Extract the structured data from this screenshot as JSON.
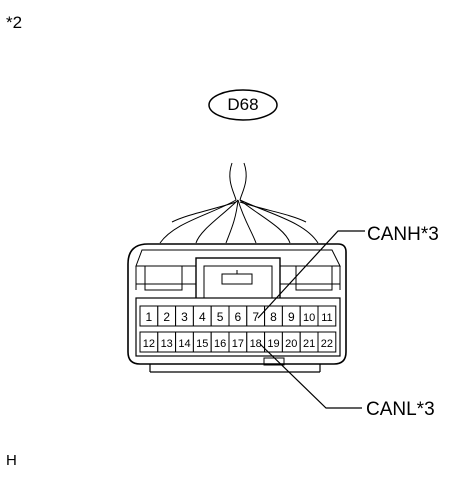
{
  "notes": {
    "top": "*2",
    "bottom": "H"
  },
  "connector": {
    "id": "D68",
    "row_top": [
      "1",
      "2",
      "3",
      "4",
      "5",
      "6",
      "7",
      "8",
      "9",
      "10",
      "11"
    ],
    "row_bottom": [
      "12",
      "13",
      "14",
      "15",
      "16",
      "17",
      "18",
      "19",
      "20",
      "21",
      "22"
    ]
  },
  "callouts": {
    "canh": "CANH*3",
    "canl": "CANL*3"
  }
}
